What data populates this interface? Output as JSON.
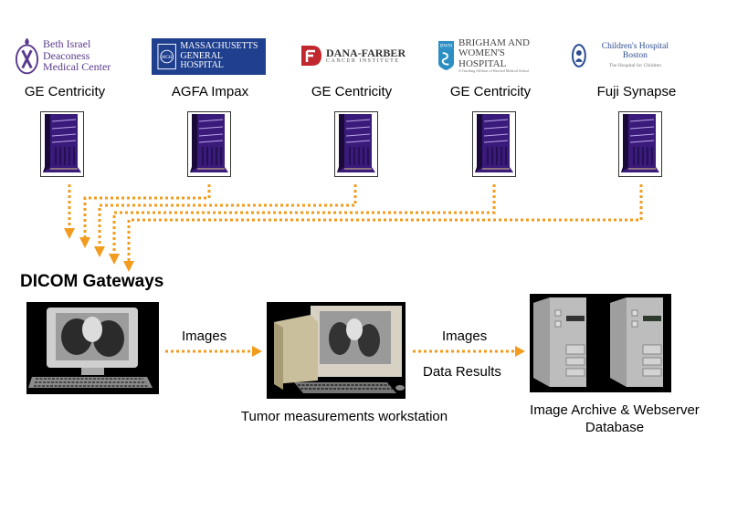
{
  "colors": {
    "arrow": "#f29c1f",
    "server_purple": "#3a1a7a",
    "mgh_blue": "#1f3f8f",
    "dfci_red": "#c0282e",
    "bwh_teal": "#2c8fc4",
    "chb_blue": "#2a4b8f"
  },
  "hospitals": [
    {
      "name_line1": "Beth Israel Deaconess",
      "name_line2": "Medical Center",
      "system": "GE Centricity",
      "icon": "bidmc-logo-icon"
    },
    {
      "name_line1": "MASSACHUSETTS",
      "name_line2": "GENERAL HOSPITAL",
      "system": "AGFA Impax",
      "icon": "mgh-logo-icon"
    },
    {
      "name_line1": "DANA-FARBER",
      "name_line2": "CANCER INSTITUTE",
      "system": "GE Centricity",
      "icon": "dfci-logo-icon"
    },
    {
      "name_line1": "BRIGHAM AND",
      "name_line2": "WOMEN'S HOSPITAL",
      "name_line3": "A Teaching Affiliate of Harvard Medical School",
      "system": "GE Centricity",
      "icon": "bwh-logo-icon"
    },
    {
      "name_line1": "Children's Hospital Boston",
      "name_line2": "The Hospital for Children",
      "system": "Fuji Synapse",
      "icon": "chb-logo-icon"
    }
  ],
  "gateway": {
    "heading": "DICOM Gateways"
  },
  "flow1": {
    "label": "Images"
  },
  "workstation": {
    "caption": "Tumor measurements workstation"
  },
  "flow2": {
    "label_top": "Images",
    "label_bottom": "Data Results"
  },
  "archive": {
    "caption_line1": "Image Archive & Webserver",
    "caption_line2": "Database"
  }
}
